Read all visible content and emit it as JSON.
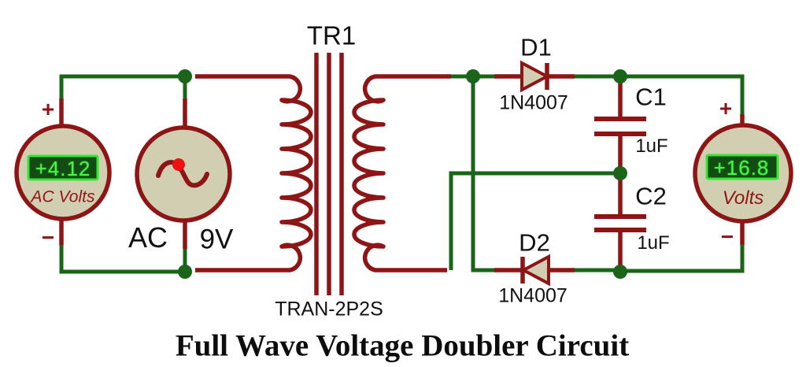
{
  "title": "Full Wave Voltage Doubler Circuit",
  "colors": {
    "wire_green": "#1a651a",
    "component_maroon": "#8e1515",
    "component_fill_beige": "#d2ceb2",
    "lcd_border_green": "#33e833",
    "lcd_fill_dark_green": "#124c12",
    "lcd_text_green": "#49f549",
    "highlight_red": "#ee1111",
    "label_black": "#111111"
  },
  "meters": {
    "left": {
      "reading": "+4.12",
      "unit": "AC Volts",
      "plus": "+",
      "minus": "−"
    },
    "right": {
      "reading": "+16.8",
      "unit": "Volts",
      "plus": "+",
      "minus": "−"
    }
  },
  "source": {
    "name": "AC",
    "value": "9V"
  },
  "transformer": {
    "ref": "TR1",
    "model": "TRAN-2P2S"
  },
  "diodes": {
    "d1": {
      "ref": "D1",
      "model": "1N4007"
    },
    "d2": {
      "ref": "D2",
      "model": "1N4007"
    }
  },
  "capacitors": {
    "c1": {
      "ref": "C1",
      "value": "1uF"
    },
    "c2": {
      "ref": "C2",
      "value": "1uF"
    }
  }
}
